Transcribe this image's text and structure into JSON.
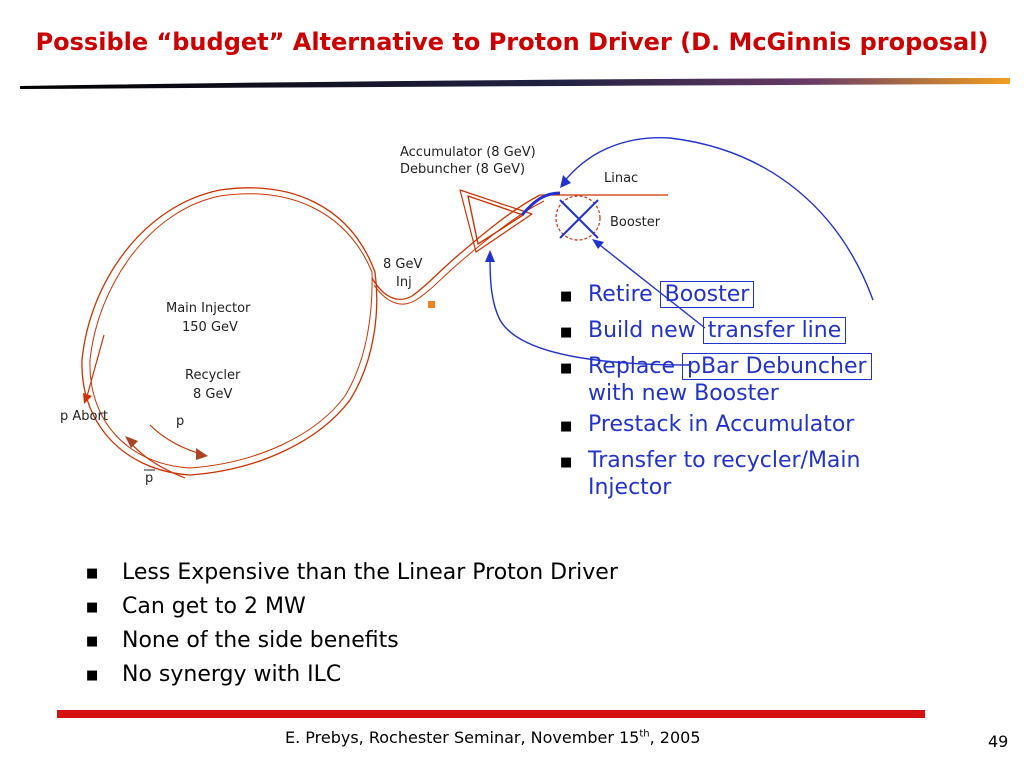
{
  "title": "Possible “budget” Alternative to Proton Driver (D. McGinnis proposal)",
  "diagram": {
    "accumulator_label": "Accumulator (8 GeV)",
    "debuncher_label": "Debuncher (8 GeV)",
    "linac_label": "Linac",
    "booster_label": "Booster",
    "inj_energy_label": "8 GeV",
    "inj_label": "Inj",
    "main_injector_label": "Main Injector",
    "main_injector_energy": "150 GeV",
    "recycler_label": "Recycler",
    "recycler_energy": "8 GeV",
    "pabort_label": "p Abort",
    "p_label": "p",
    "pbar_label": "p"
  },
  "actions": [
    {
      "prefix": "Retire ",
      "boxed": "Booster",
      "rest": ""
    },
    {
      "prefix": "Build new ",
      "boxed": "transfer line",
      "rest": ""
    },
    {
      "prefix": "Replace ",
      "boxed": "pBar Debuncher",
      "rest": "with new Booster"
    },
    {
      "prefix": "Prestack in Accumulator",
      "boxed": "",
      "rest": ""
    },
    {
      "prefix": "Transfer to recycler/Main",
      "boxed": "",
      "rest": "Injector"
    }
  ],
  "points": [
    "Less Expensive than the Linear Proton Driver",
    "Can get to 2 MW",
    "None of the side benefits",
    "No synergy with ILC"
  ],
  "footer": {
    "text_before": "E. Prebys, Rochester Seminar, November 15",
    "superscript": "th",
    "text_after": ", 2005",
    "page_number": "49"
  },
  "colors": {
    "title": "#cc0000",
    "bullet_text": "#2233cc",
    "ring": "#cc3300",
    "footer_rule": "#d41010"
  }
}
